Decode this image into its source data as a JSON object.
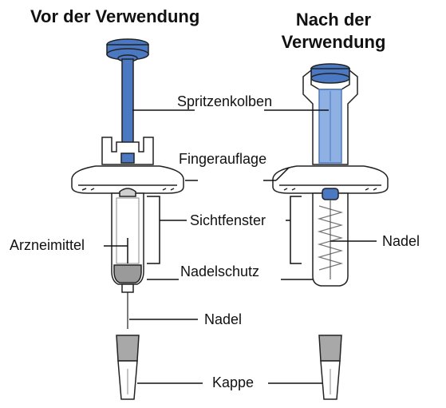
{
  "titles": {
    "before": "Vor der Verwendung",
    "after_line1": "Nach der",
    "after_line2": "Verwendung"
  },
  "labels": {
    "plunger": "Spritzenkolben",
    "finger_flange": "Fingerauflage",
    "viewing_window": "Sichtfenster",
    "medicine": "Arzneimittel",
    "needle_guard": "Nadelschutz",
    "needle_before": "Nadel",
    "needle_after": "Nadel",
    "cap": "Kappe"
  },
  "colors": {
    "plunger_blue": "#4a78c2",
    "medicine_gray": "#9a9a9a",
    "outline": "#222222",
    "background": "#ffffff"
  }
}
